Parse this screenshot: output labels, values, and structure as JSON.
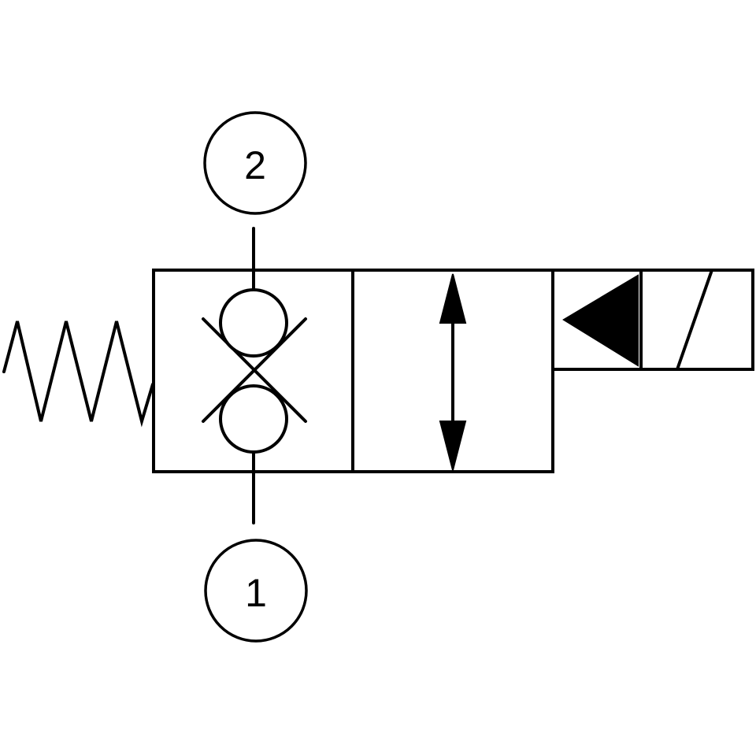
{
  "symbol": {
    "ports": [
      {
        "id": "port-2",
        "label": "2"
      },
      {
        "id": "port-1",
        "label": "1"
      }
    ],
    "colors": {
      "stroke": "#000000",
      "background": "#ffffff"
    }
  }
}
